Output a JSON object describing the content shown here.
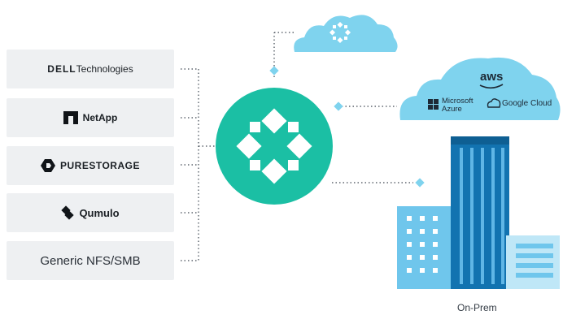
{
  "vendors": [
    {
      "label": "DELL",
      "label_suffix": "Technologies"
    },
    {
      "label": "NetApp"
    },
    {
      "label": "PURESTORAGE"
    },
    {
      "label": "Qumulo"
    },
    {
      "label": "Generic NFS/SMB"
    }
  ],
  "clouds": {
    "aws": "aws",
    "microsoft_line1": "Microsoft",
    "microsoft_line2": "Azure",
    "google": "Google Cloud"
  },
  "onprem_label": "On-Prem",
  "colors": {
    "teal": "#1bbfa4",
    "cloud": "#7fd3ee",
    "building_dark": "#1273b0",
    "building_light": "#6fc6ec",
    "box_bg": "#eef0f2",
    "line": "#3d4650"
  },
  "icons": [
    "rubrik-logo-icon",
    "dell-logo-icon",
    "netapp-logo-icon",
    "purestorage-logo-icon",
    "qumulo-logo-icon",
    "aws-logo-icon",
    "azure-logo-icon",
    "google-cloud-icon",
    "building-icon",
    "cloud-icon"
  ]
}
